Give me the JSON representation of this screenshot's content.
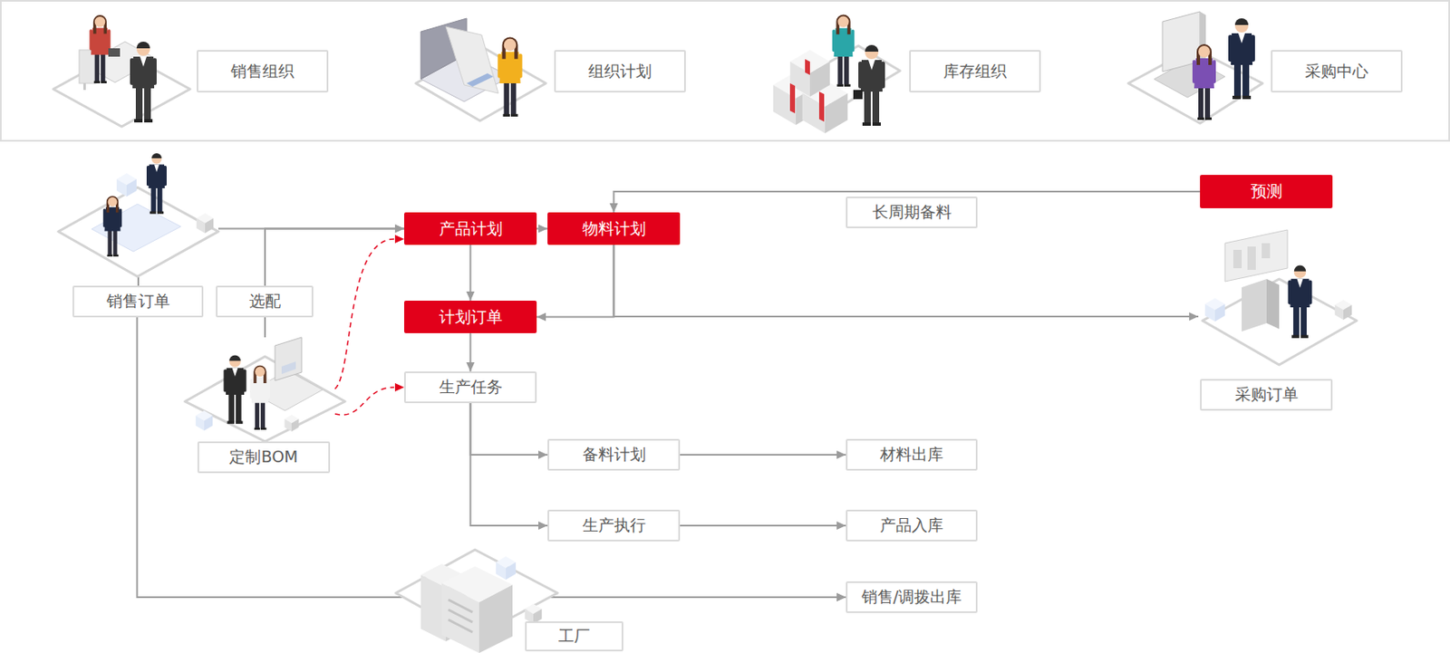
{
  "diagram": {
    "nodes": [
      {
        "text": [
          "销售组织"
        ]
      },
      {
        "text": [
          "组织计划"
        ]
      },
      {
        "text": [
          "库存组织"
        ]
      },
      {
        "text": [
          "采购中心"
        ]
      },
      {
        "text": [
          "预测"
        ]
      },
      {
        "text": [
          "销售订单"
        ]
      },
      {
        "text": [
          "产品计划"
        ]
      },
      {
        "text": [
          "物料计划"
        ]
      },
      {
        "text": [
          "计划订单"
        ]
      },
      {
        "text": [
          "生产任务"
        ]
      },
      {
        "text": [
          "定制BOM"
        ]
      },
      {
        "text": [
          "采购订单"
        ]
      },
      {
        "text": [
          "备料计划"
        ]
      },
      {
        "text": [
          "材料出库"
        ]
      },
      {
        "text": [
          "生产执行"
        ]
      },
      {
        "text": [
          "产品入库"
        ]
      },
      {
        "text": [
          "工厂"
        ]
      },
      {
        "text": [
          "销售/调拨出库"
        ]
      }
    ],
    "edges": [
      {
        "from": 5,
        "to": 6,
        "arrow": "to"
      },
      {
        "from": 10,
        "to": 6,
        "label": "选配",
        "arrow": "to"
      },
      {
        "from": 10,
        "to": 6,
        "arrow": "to"
      },
      {
        "from": 10,
        "to": 9,
        "arrow": "to"
      },
      {
        "from": 6,
        "to": 7,
        "arrow": "to"
      },
      {
        "from": 6,
        "to": 8,
        "arrow": "to"
      },
      {
        "from": 4,
        "to": 7,
        "label": "长周期备料",
        "arrow": "to"
      },
      {
        "from": 7,
        "to": 8,
        "arrow": "to"
      },
      {
        "from": 7,
        "to": 11,
        "arrow": "to"
      },
      {
        "from": 8,
        "to": 9,
        "arrow": "to"
      },
      {
        "from": 9,
        "to": 12,
        "arrow": "to"
      },
      {
        "from": 9,
        "to": 14,
        "arrow": "to"
      },
      {
        "from": 12,
        "to": 13,
        "arrow": "to"
      },
      {
        "from": 14,
        "to": 15,
        "arrow": "to"
      },
      {
        "from": 5,
        "to": 17,
        "arrow": "to"
      },
      {
        "from": 16,
        "to": 17,
        "arrow": "to"
      }
    ]
  }
}
